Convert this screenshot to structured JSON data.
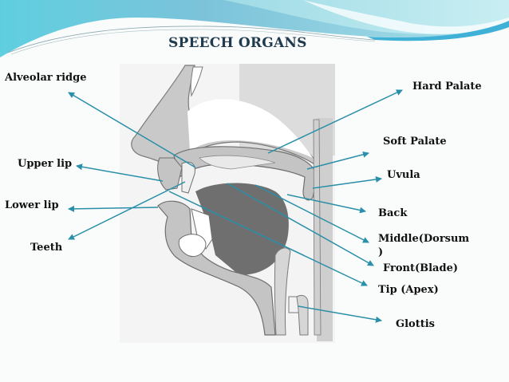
{
  "slide": {
    "title": "SPEECH ORGANS",
    "colors": {
      "banner_light": "#b7e6ee",
      "banner_dark": "#6ec6dc",
      "banner_blue": "#45b3d6",
      "arrow": "#2a8fa8",
      "title_text": "#1f3b4d",
      "tongue": "#6f6f6f",
      "tissue": "#c9c9c9"
    }
  },
  "labels": {
    "left": [
      {
        "id": "alveolar-ridge",
        "text": "Alveolar ridge"
      },
      {
        "id": "upper-lip",
        "text": "Upper lip"
      },
      {
        "id": "lower-lip",
        "text": "Lower lip"
      },
      {
        "id": "teeth",
        "text": "Teeth"
      }
    ],
    "right": [
      {
        "id": "hard-palate",
        "text": "Hard Palate"
      },
      {
        "id": "soft-palate",
        "text": "Soft Palate"
      },
      {
        "id": "uvula",
        "text": "Uvula"
      },
      {
        "id": "back",
        "text": "Back"
      },
      {
        "id": "middle",
        "text": "Middle(Dorsum"
      },
      {
        "id": "middle-cont",
        "text": ")"
      },
      {
        "id": "front",
        "text": "Front(Blade)"
      },
      {
        "id": "tip",
        "text": "Tip (Apex)"
      },
      {
        "id": "glottis",
        "text": "Glottis"
      }
    ]
  }
}
